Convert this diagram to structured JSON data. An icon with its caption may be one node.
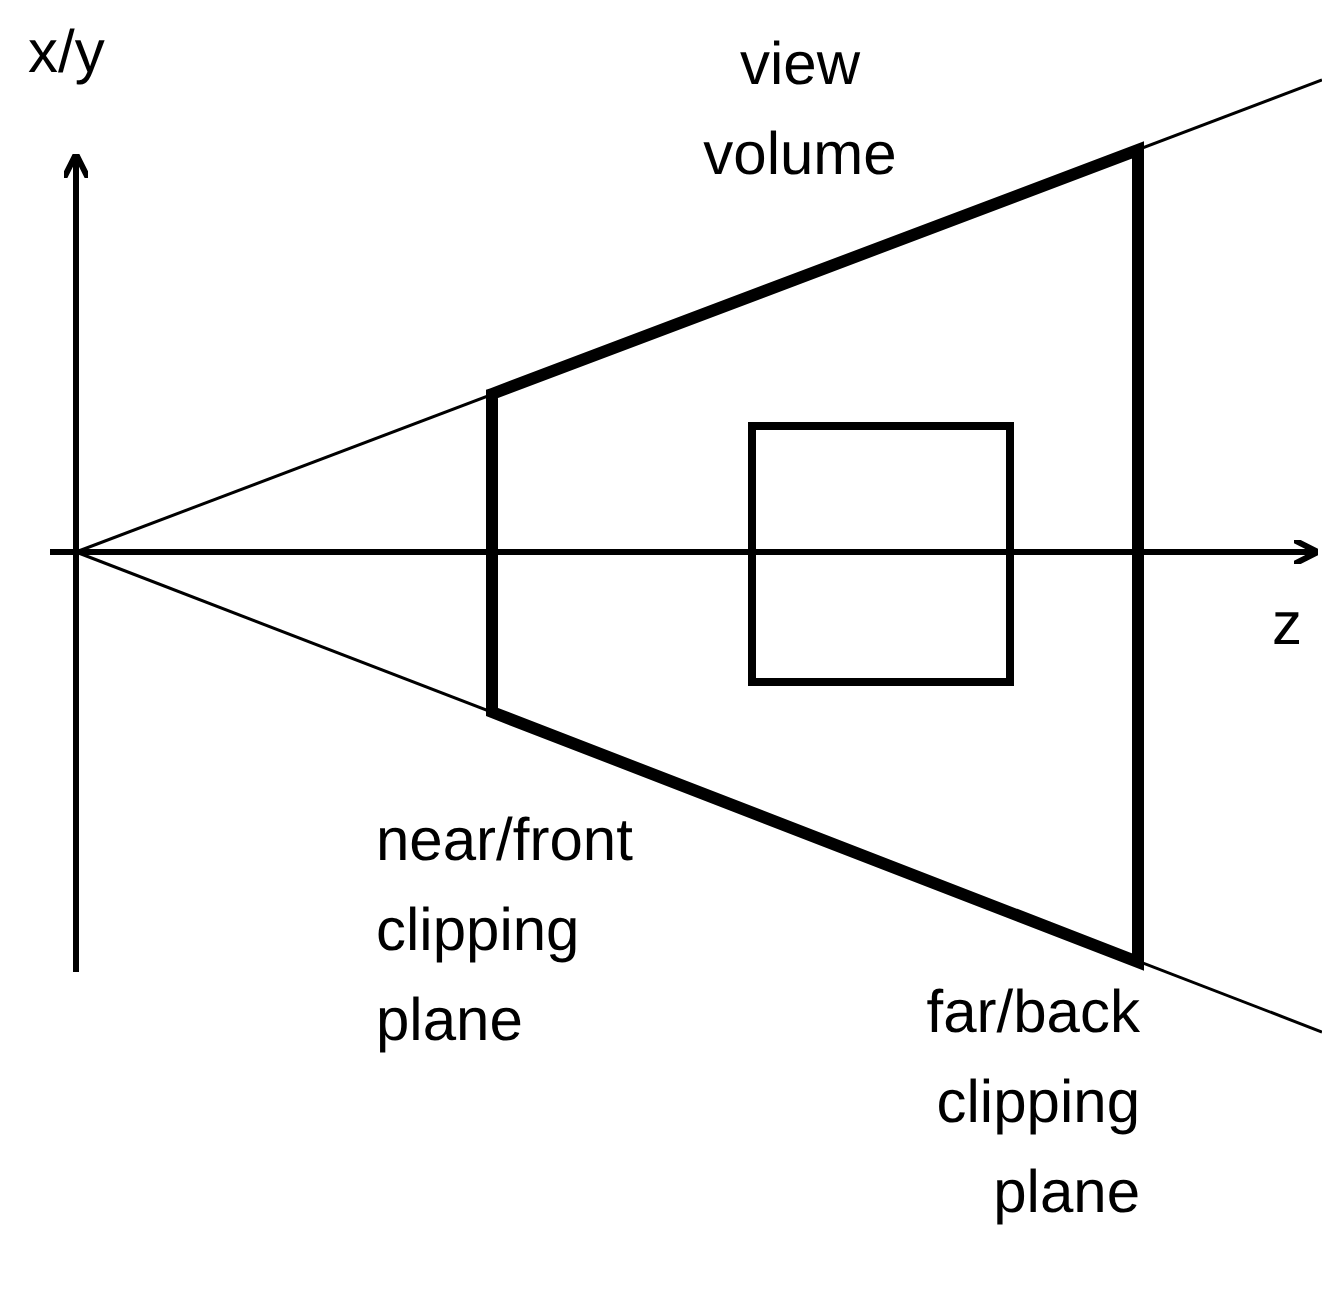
{
  "diagram": {
    "labels": [
      "x/y",
      "view volume",
      "z",
      "near/front clipping plane",
      "far/back clipping plane"
    ]
  }
}
